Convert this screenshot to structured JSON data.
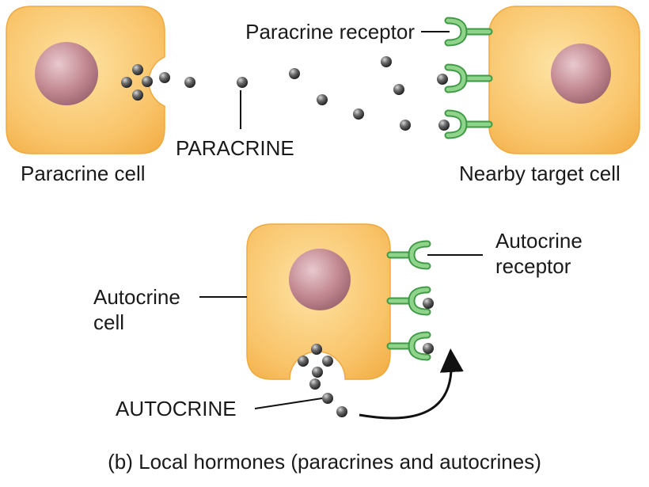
{
  "labels": {
    "paracrine_receptor": "Paracrine receptor",
    "paracrine": "PARACRINE",
    "paracrine_cell": "Paracrine cell",
    "nearby_target_cell": "Nearby target cell",
    "autocrine_receptor_line1": "Autocrine",
    "autocrine_receptor_line2": "receptor",
    "autocrine_cell_line1": "Autocrine",
    "autocrine_cell_line2": "cell",
    "autocrine": "AUTOCRINE"
  },
  "caption": "(b) Local hormones (paracrines and autocrines)",
  "colors": {
    "cell_fill": "#f9c46a",
    "cell_edge": "#f3b04a",
    "nucleus": "#c48a93",
    "receptor": "#7cc47a",
    "receptor_edge": "#3f9a46",
    "molecule": "#555555",
    "leader_line": "#111111",
    "arrow": "#111111"
  },
  "icons": {
    "molecule": "sphere-icon",
    "receptor": "y-receptor-icon",
    "arrow": "curved-arrow-icon"
  }
}
